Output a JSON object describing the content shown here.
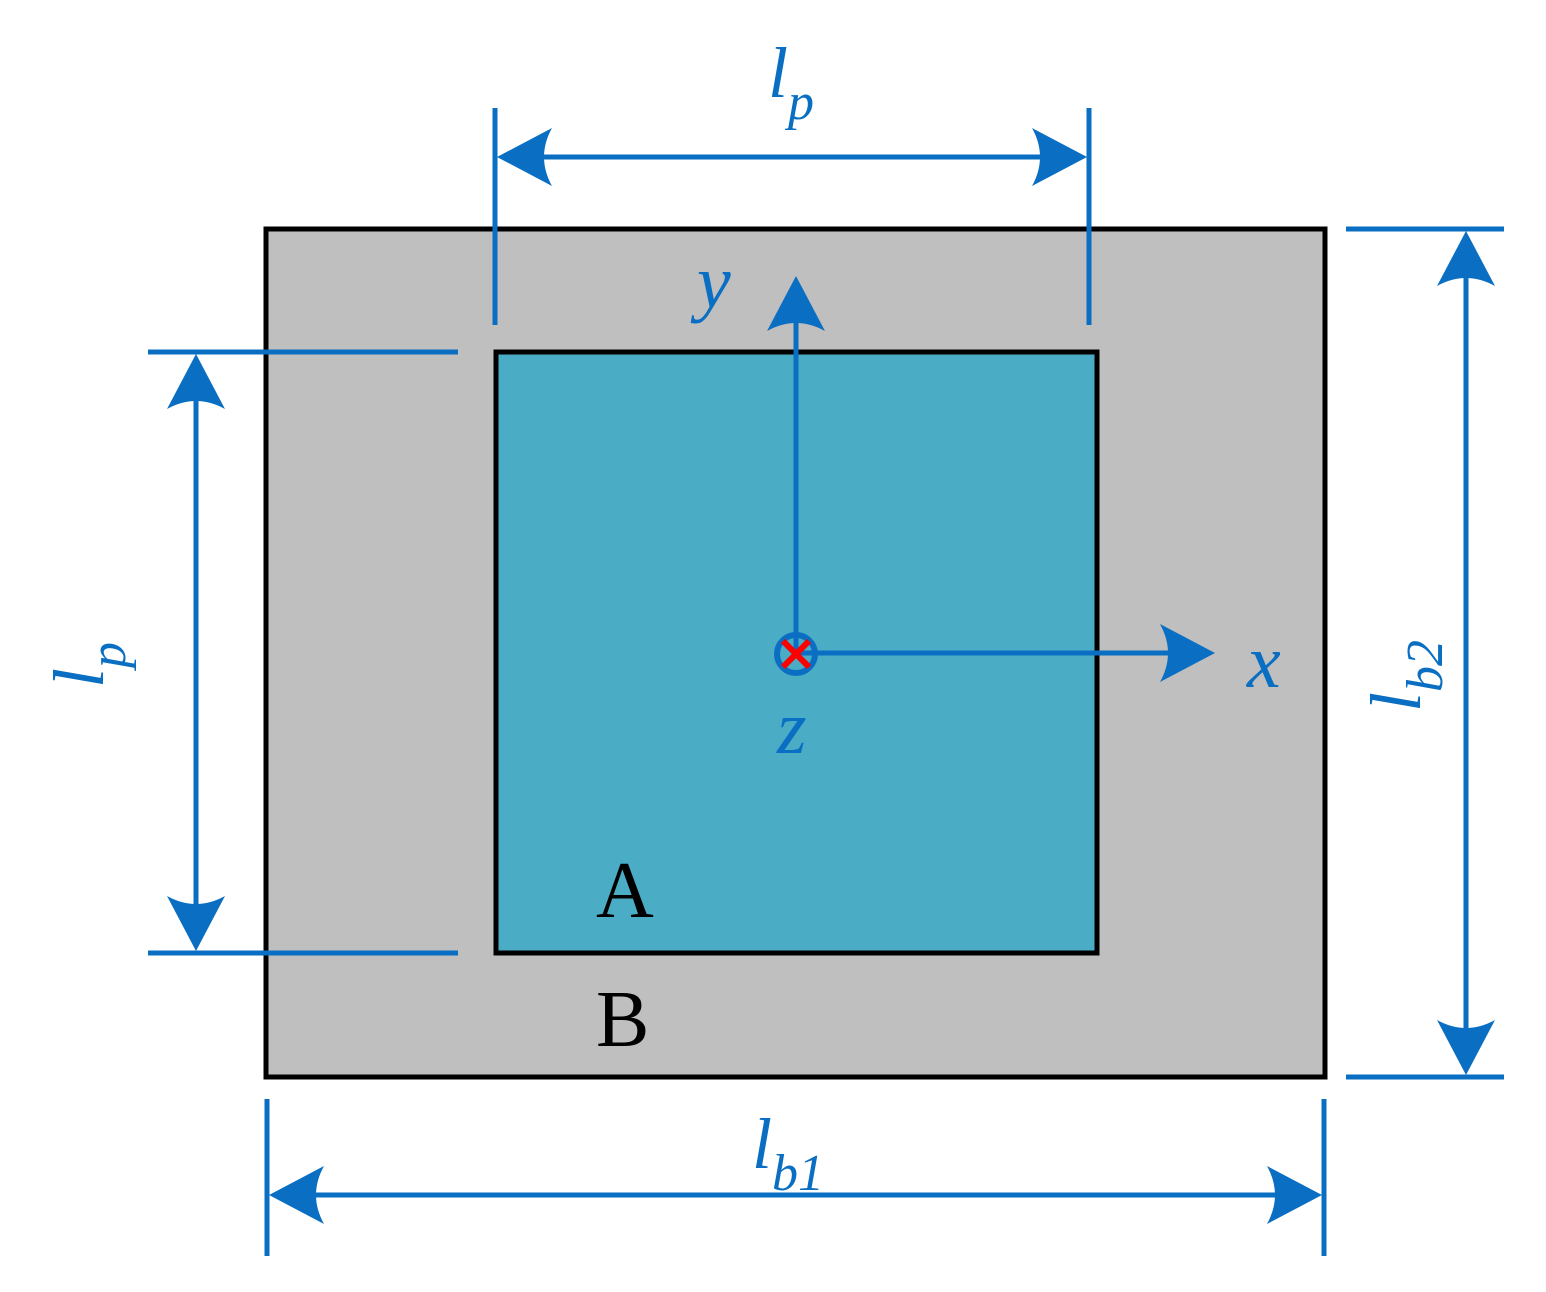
{
  "colors": {
    "dimension": "#0a6fc2",
    "outer_fill": "#bfbfbf",
    "inner_fill": "#4bacc6",
    "outline": "#000000",
    "origin_mark": "#ff0000"
  },
  "labels": {
    "top_dim_main": "l",
    "top_dim_sub": "p",
    "left_dim_main": "l",
    "left_dim_sub": "p",
    "right_dim_main": "l",
    "right_dim_sub": "b2",
    "bottom_dim_main": "l",
    "bottom_dim_sub": "b1",
    "axis_x": "x",
    "axis_y": "y",
    "axis_z": "z",
    "region_inner": "A",
    "region_outer": "B"
  }
}
